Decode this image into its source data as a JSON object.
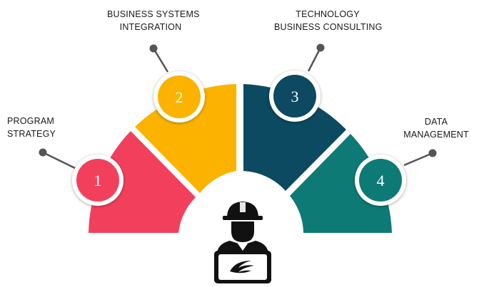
{
  "steps": [
    {
      "number": "1",
      "label_lines": [
        "PROGRAM",
        "STRATEGY"
      ],
      "color": "#f2405c"
    },
    {
      "number": "2",
      "label_lines": [
        "BUSINESS SYSTEMS",
        "INTEGRATION"
      ],
      "color": "#fbb300"
    },
    {
      "number": "3",
      "label_lines": [
        "TECHNOLOGY",
        "BUSINESS CONSULTING"
      ],
      "color": "#0b4a61"
    },
    {
      "number": "4",
      "label_lines": [
        "DATA",
        "MANAGEMENT"
      ],
      "color": "#0e7a75"
    }
  ],
  "center_icon": "engineer-with-laptop-icon",
  "laptop_logo_icon": "swoosh-logo-icon",
  "pin_color": "#555555"
}
